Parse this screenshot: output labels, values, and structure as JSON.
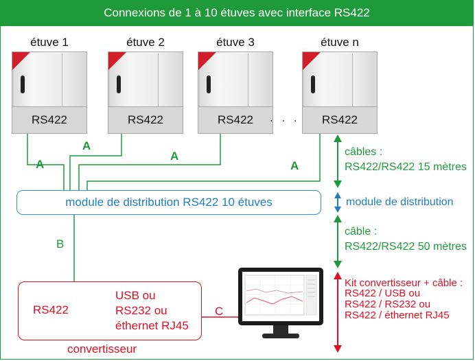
{
  "title": "Connexions de 1 à 10 étuves avec interface RS422",
  "ovens": [
    {
      "label": "étuve 1",
      "port": "RS422"
    },
    {
      "label": "étuve 2",
      "port": "RS422"
    },
    {
      "label": "étuve 3",
      "port": "RS422"
    },
    {
      "label": "étuve n",
      "port": "RS422"
    }
  ],
  "ellipsis": ". . .",
  "cable_a_label": "A",
  "cable_b_label": "B",
  "cable_c_label": "C",
  "module_label": "module de distribution RS422 10 étuves",
  "converter": {
    "input": "RS422",
    "outputs": [
      "USB ou",
      "RS232 ou",
      "éthernet RJ45"
    ],
    "caption": "convertisseur"
  },
  "legend": {
    "cables_top": {
      "title": "câbles :",
      "detail": "RS422/RS422 15 mètres"
    },
    "module": "module de distribution",
    "cable_mid": {
      "title": "câble :",
      "detail": "RS422/RS422 50 mètres"
    },
    "kit": {
      "title": "Kit convertisseur + câble :",
      "lines": [
        "RS422 / USB ou",
        "RS422 / RS232 ou",
        "RS422 / éthernet RJ45"
      ]
    }
  },
  "colors": {
    "green": "#1e9a3a",
    "blue": "#1f7fc0",
    "red": "#e01020"
  }
}
